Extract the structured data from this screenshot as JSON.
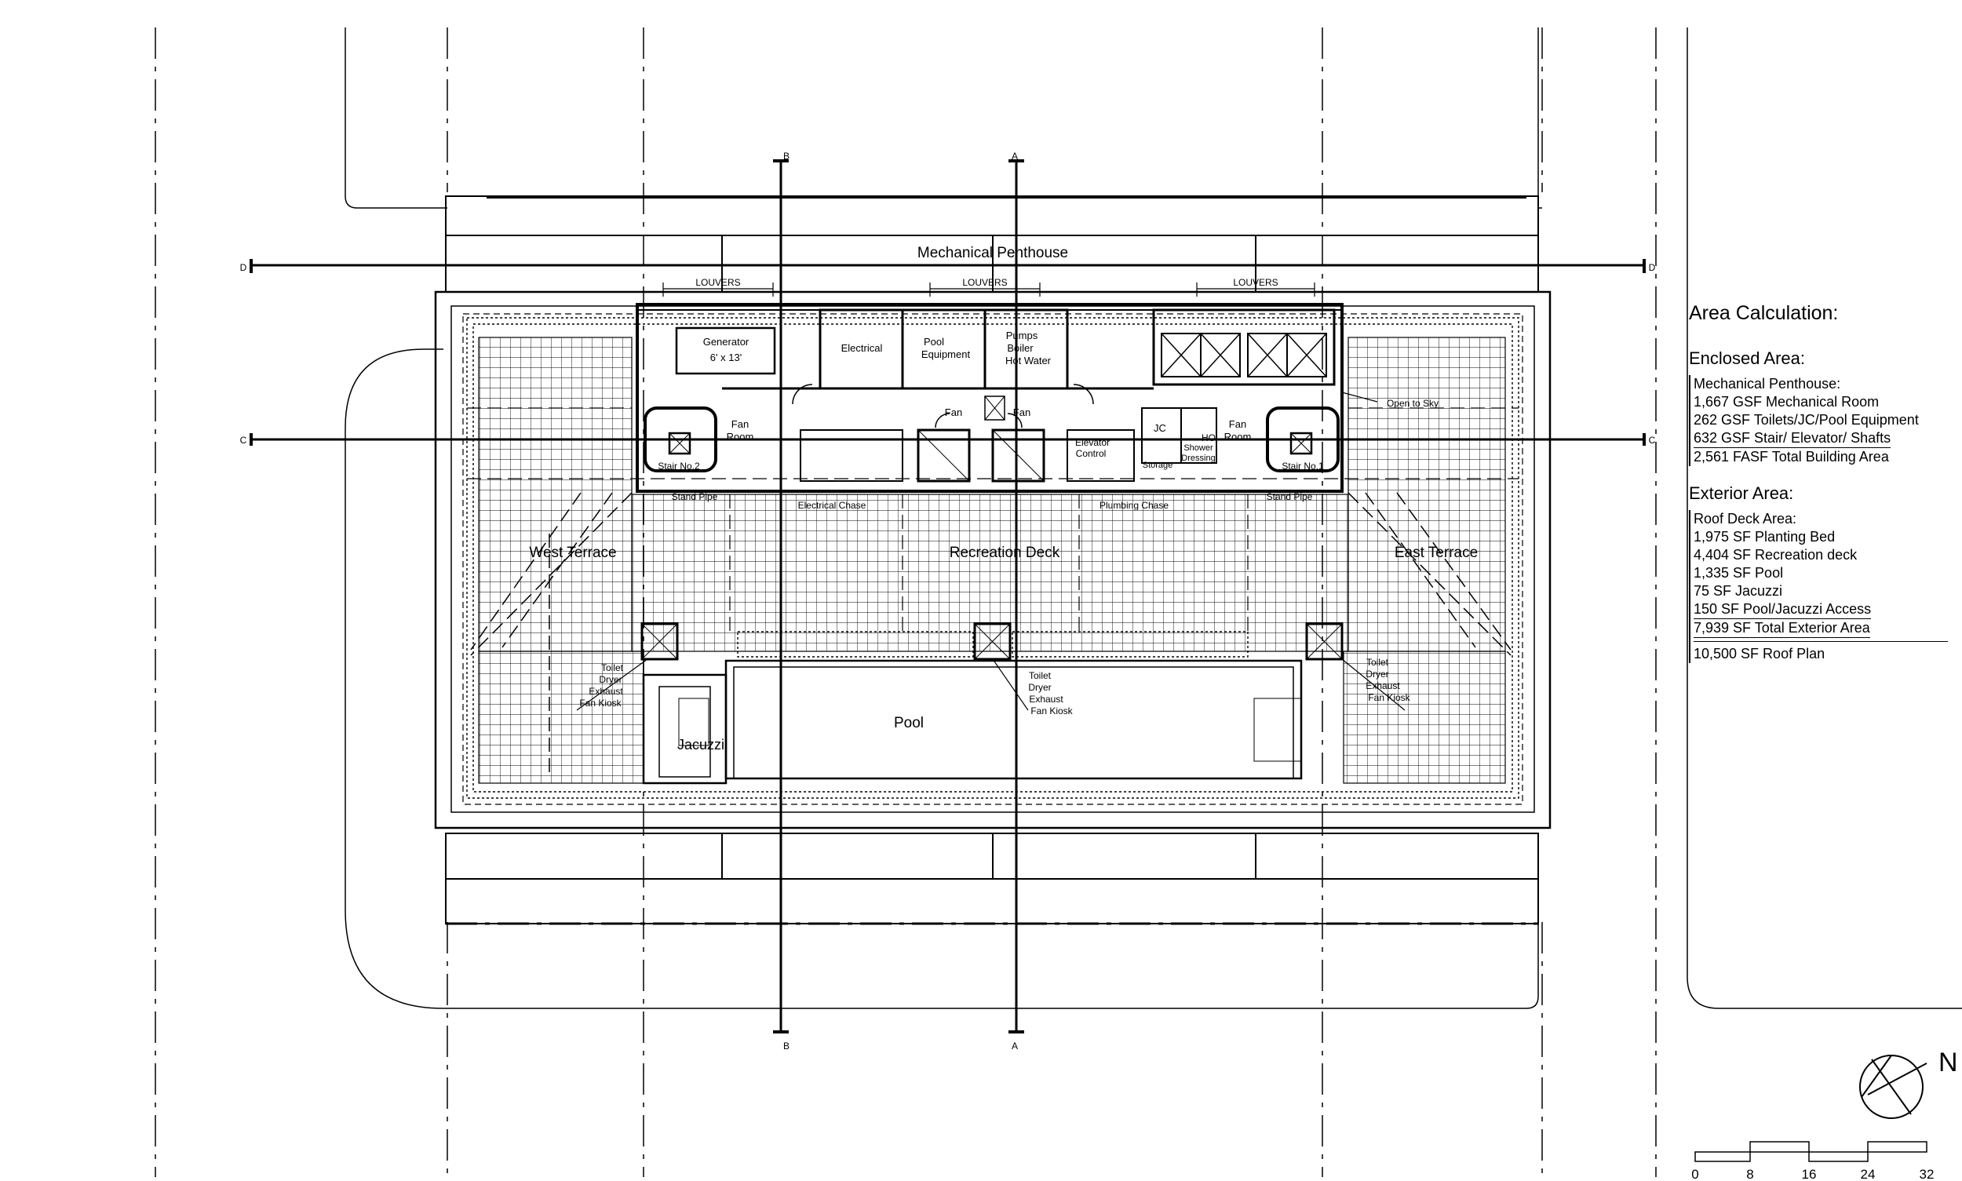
{
  "labels": {
    "mechanical_penthouse": "Mechanical Penthouse",
    "louvers": "LOUVERS",
    "generator": "Generator",
    "generator_size": "6' x 13'",
    "electrical": "Electrical",
    "pool_equipment_1": "Pool",
    "pool_equipment_2": "Equipment",
    "pumps_1": "Pumps",
    "pumps_2": "Boiler",
    "pumps_3": "Hot Water",
    "fan": "Fan",
    "fan_room_1": "Fan",
    "fan_room_2": "Room",
    "stair_no2": "Stair No.2",
    "stair_no1": "Stair No.1",
    "stand_pipe": "Stand Pipe",
    "electrical_chase": "Electrical Chase",
    "plumbing_chase": "Plumbing Chase",
    "elevator_control_1": "Elevator",
    "elevator_control_2": "Control",
    "jc": "JC",
    "ho": "HO",
    "shower_1": "Shower",
    "shower_2": "Dressing",
    "storage": "Storage",
    "open_to_sky": "Open to Sky",
    "west_terrace": "West Terrace",
    "recreation_deck": "Recreation Deck",
    "east_terrace": "East Terrace",
    "pool": "Pool",
    "jacuzzi": "Jacuzzi",
    "kiosk_1": "Toilet",
    "kiosk_2": "Dryer",
    "kiosk_3": "Exhaust",
    "kiosk_4": "Fan Kiosk",
    "north": "N"
  },
  "section_marks": {
    "a": "A",
    "b": "B",
    "c": "C",
    "d": "D"
  },
  "scale_bar": [
    "0",
    "8",
    "16",
    "24",
    "32"
  ],
  "area": {
    "title": "Area Calculation:",
    "enclosed_heading": "Enclosed Area:",
    "enclosed_sub": "Mechanical Penthouse:",
    "enclosed_lines": [
      "1,667 GSF Mechanical Room",
      "262 GSF Toilets/JC/Pool Equipment",
      "632 GSF Stair/ Elevator/ Shafts"
    ],
    "enclosed_total": "2,561 FASF Total Building Area",
    "exterior_heading": "Exterior Area:",
    "exterior_sub": "Roof Deck Area:",
    "exterior_lines": [
      "1,975 SF Planting Bed",
      "4,404 SF Recreation deck",
      "1,335 SF Pool",
      "75 SF Jacuzzi"
    ],
    "exterior_last": "150 SF Pool/Jacuzzi Access",
    "exterior_total": "7,939 SF Total Exterior Area",
    "roof_total": "10,500 SF Roof Plan"
  }
}
